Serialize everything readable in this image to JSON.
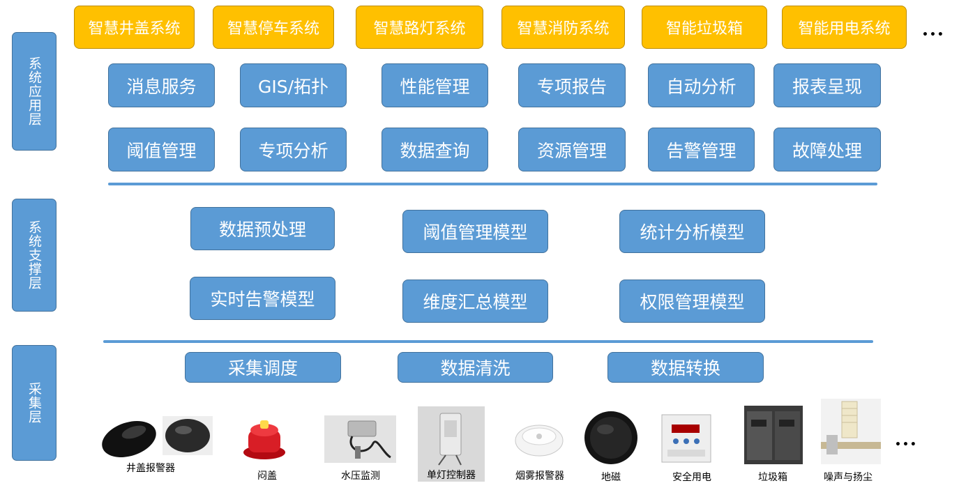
{
  "layers": {
    "application": "系统应用层",
    "support": "系统支撑层",
    "collection": "采集层"
  },
  "systems": [
    "智慧井盖系统",
    "智慧停车系统",
    "智慧路灯系统",
    "智慧消防系统",
    "智能垃圾箱",
    "智能用电系统"
  ],
  "app_row1": [
    "消息服务",
    "GIS/拓扑",
    "性能管理",
    "专项报告",
    "自动分析",
    "报表呈现"
  ],
  "app_row2": [
    "阈值管理",
    "专项分析",
    "数据查询",
    "资源管理",
    "告警管理",
    "故障处理"
  ],
  "support_row1": [
    "数据预处理",
    "阈值管理模型",
    "统计分析模型"
  ],
  "support_row2": [
    "实时告警模型",
    "维度汇总模型",
    "权限管理模型"
  ],
  "collection_row": [
    "采集调度",
    "数据清洗",
    "数据转换"
  ],
  "devices": [
    "井盖报警器",
    "闷盖",
    "水压监测",
    "单灯控制器",
    "烟雾报警器",
    "地磁",
    "安全用电",
    "垃圾箱",
    "噪声与扬尘"
  ],
  "ellipsis": "…",
  "colors": {
    "blue": "#5b9bd5",
    "blue_border": "#41719c",
    "yellow": "#ffc000"
  }
}
